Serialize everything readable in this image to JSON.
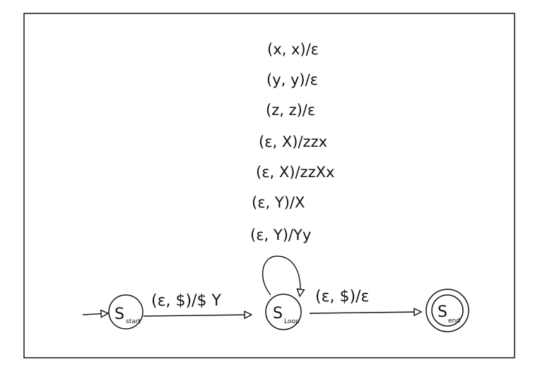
{
  "diagram": {
    "type": "pushdown-automaton",
    "states": [
      {
        "id": "start",
        "name": "S",
        "subscript": "start",
        "initial": true,
        "accepting": false
      },
      {
        "id": "loop",
        "name": "S",
        "subscript": "Loop",
        "initial": false,
        "accepting": false
      },
      {
        "id": "end",
        "name": "S",
        "subscript": "end",
        "initial": false,
        "accepting": true
      }
    ],
    "transitions": [
      {
        "from": "start",
        "to": "loop",
        "label": "(ε, $)/$ Y"
      },
      {
        "from": "loop",
        "to": "end",
        "label": "(ε, $)/ε"
      }
    ],
    "self_loop_labels": [
      "(x, x)/ε",
      "(y, y)/ε",
      "(z, z)/ε",
      "(ε, X)/zzx",
      "(ε, X)/zzXx",
      "(ε, Y)/X",
      "(ε, Y)/Yy"
    ]
  }
}
